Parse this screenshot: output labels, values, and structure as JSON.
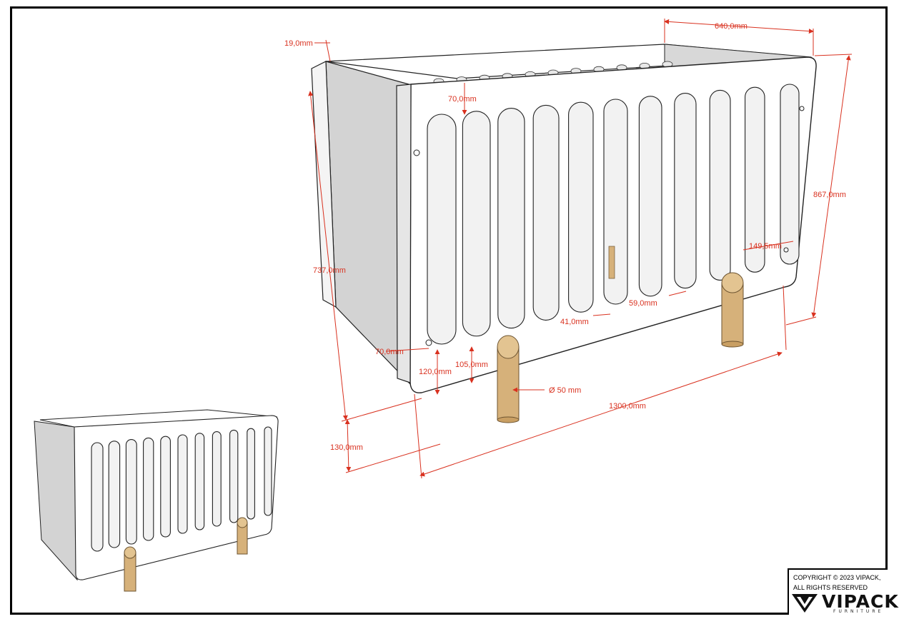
{
  "dimensions": {
    "thickness": "19,0mm",
    "width": "640,0mm",
    "top_gap": "70,0mm",
    "height_total": "867,0mm",
    "panel_height": "737,0mm",
    "slat_width": "41,0mm",
    "slat_pitch": "59,0mm",
    "side_offset": "149,5mm",
    "side_gap": "70,0mm",
    "bottom_rail": "120,0mm",
    "bottom_gap": "105,0mm",
    "leg_diameter": "Ø 50 mm",
    "length": "1300,0mm",
    "leg_height": "130,0mm"
  },
  "footer": {
    "copyright_line1": "COPYRIGHT  © 2023 VIPACK,",
    "copyright_line2": "ALL RIGHTS RESERVED",
    "brand": "VIPACK",
    "brand_sub": "FURNITURE"
  },
  "colors": {
    "dimension": "#d9311f",
    "panel_shade": "#d0d0d0",
    "wood": "#caa56e",
    "slat": "#b39062",
    "outline": "#222222"
  }
}
